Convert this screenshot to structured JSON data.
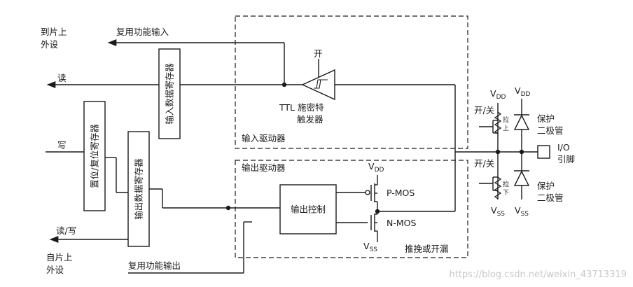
{
  "labels": {
    "to_chip_peripheral": [
      "到片上",
      "外设"
    ],
    "alt_func_input": "复用功能输入",
    "read": "读",
    "write": "写",
    "read_write": "读/写",
    "from_chip_peripheral": [
      "自片上",
      "外设"
    ],
    "alt_func_output": "复用功能输出",
    "input_data_register": "输入数据寄存器",
    "set_reset_register": "置位/复位寄存器",
    "output_data_register": "输出数据寄存器",
    "switch_on": "开",
    "ttl_schmitt": [
      "TTL 施密特",
      "触发器"
    ],
    "input_driver": "输入驱动器",
    "output_driver": "输出驱动器",
    "output_control": "输出控制",
    "pmos": "P-MOS",
    "nmos": "N-MOS",
    "push_pull_open_drain": "推挽或开漏",
    "on_off_top": "开/关",
    "on_off_bottom": "开/关",
    "pull_up": [
      "拉",
      "上"
    ],
    "pull_down": [
      "拉",
      "下"
    ],
    "protect_diode_top": [
      "保护",
      "二极管"
    ],
    "protect_diode_bottom": [
      "保护",
      "二极管"
    ],
    "io_pin": [
      "I/O",
      "引脚"
    ],
    "vdd_main": "V",
    "vdd_main_sub": "DD",
    "vss_main": "V",
    "vss_main_sub": "SS",
    "vdd_pullup": "V",
    "vdd_pullup_sub": "DD",
    "vss_pulldown": "V",
    "vss_pulldown_sub": "SS",
    "vdd_diode": "V",
    "vdd_diode_sub": "DD",
    "vss_diode": "V",
    "vss_diode_sub": "SS",
    "watermark": "https://blog.csdn.net/weixin_43713319"
  }
}
